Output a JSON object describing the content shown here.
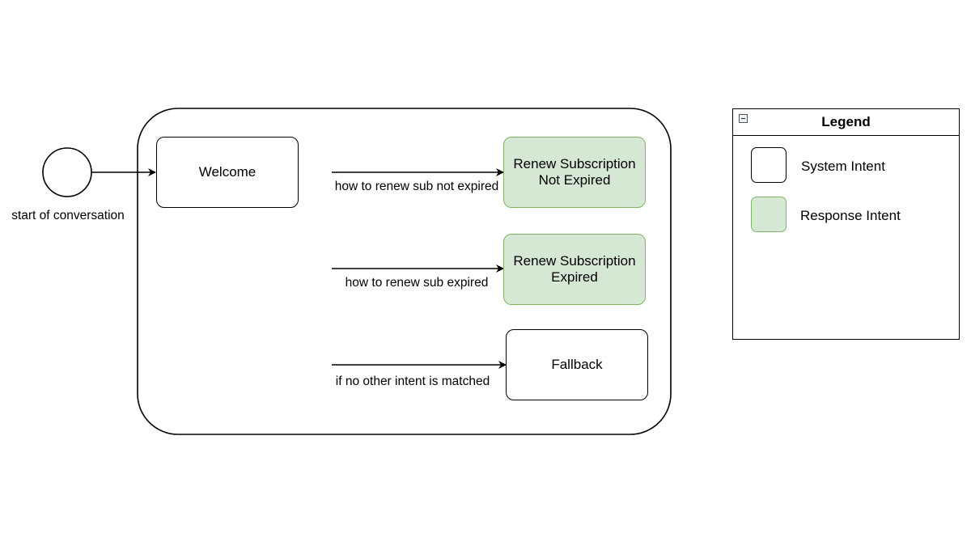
{
  "diagram": {
    "start_label": "start of conversation",
    "welcome": "Welcome",
    "renew_not_expired": [
      "Renew Subscription",
      "Not Expired"
    ],
    "renew_expired": [
      "Renew Subscription",
      "Expired"
    ],
    "fallback": "Fallback",
    "edges": {
      "not_expired": "how to renew sub not expired",
      "expired": "how to renew sub expired",
      "no_match": "if no other intent is matched"
    }
  },
  "legend": {
    "title": "Legend",
    "items": [
      {
        "label": "System Intent",
        "kind": "system"
      },
      {
        "label": "Response Intent",
        "kind": "response"
      }
    ]
  },
  "colors": {
    "response_fill": "#d5e8d4",
    "response_stroke": "#82b366",
    "stroke": "#000000"
  }
}
